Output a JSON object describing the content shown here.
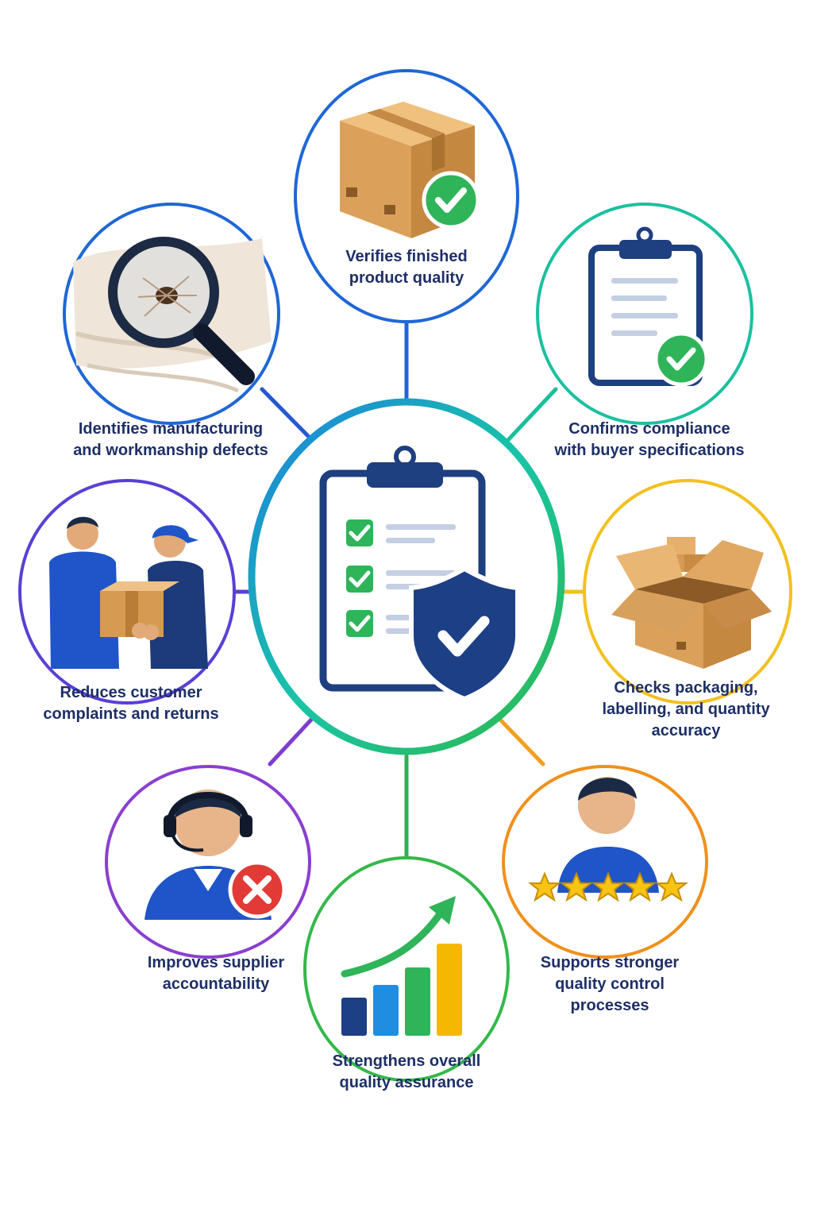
{
  "diagram": {
    "hub": {
      "icon": "clipboard-checklist-shield-icon"
    },
    "nodes": [
      {
        "id": "verifies",
        "label": "Verifies finished\nproduct quality",
        "icon": "box-check-icon",
        "ring_color": "#1f67d6"
      },
      {
        "id": "identifies",
        "label": "Identifies manufacturing\nand workmanship defects",
        "icon": "magnifier-fabric-defect-icon",
        "ring_color": "#1f67d6"
      },
      {
        "id": "confirms",
        "label": "Confirms compliance\nwith buyer specifications",
        "icon": "clipboard-check-icon",
        "ring_color": "#1bc0a0"
      },
      {
        "id": "reduces",
        "label": "Reduces customer\ncomplaints and returns",
        "icon": "box-handover-icon",
        "ring_color": "#5a3fd6"
      },
      {
        "id": "checks",
        "label": "Checks packaging,\nlabelling, and quantity\naccuracy",
        "icon": "open-box-icon",
        "ring_color": "#f2c020"
      },
      {
        "id": "improves",
        "label": "Improves supplier\naccountability",
        "icon": "support-agent-reject-icon",
        "ring_color": "#8a3fd0"
      },
      {
        "id": "strengthens",
        "label": "Strengthens overall\nquality assurance",
        "icon": "growth-bar-chart-icon",
        "ring_color": "#34b84a"
      },
      {
        "id": "supports",
        "label": "Supports stronger\nquality control\nprocesses",
        "icon": "person-five-stars-icon",
        "ring_color": "#f0901c"
      }
    ]
  }
}
